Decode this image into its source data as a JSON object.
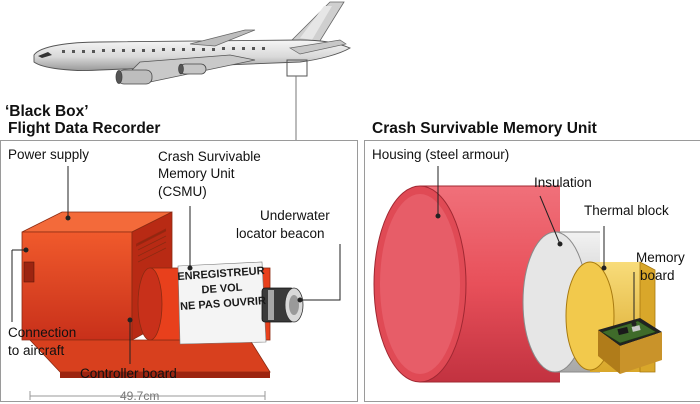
{
  "left_panel": {
    "title_line1": "‘Black Box’",
    "title_line2": "Flight Data Recorder",
    "labels": {
      "power_supply": "Power supply",
      "csmu_line1": "Crash Survivable",
      "csmu_line2": "Memory Unit",
      "csmu_line3": "(CSMU)",
      "beacon_line1": "Underwater",
      "beacon_line2": "locator beacon",
      "connection_line1": "Connection",
      "connection_line2": "to aircraft",
      "controller_board": "Controller board",
      "dimension": "49.7cm"
    },
    "stamp": {
      "line1": "ENREGISTREUR",
      "line2": "DE VOL",
      "line3": "NE PAS OUVRIR"
    }
  },
  "right_panel": {
    "title": "Crash Survivable Memory Unit",
    "labels": {
      "housing": "Housing (steel armour)",
      "insulation": "Insulation",
      "thermal_block": "Thermal block",
      "memory_line1": "Memory",
      "memory_line2": "board"
    }
  },
  "colors": {
    "recorder_orange": "#e8401c",
    "housing_red": "#e8505a",
    "insulation_grey": "#d4d4d4",
    "thermal_yellow": "#f2c94c",
    "board_green": "#3f6b2a",
    "panel_border": "#9a9a9a"
  }
}
